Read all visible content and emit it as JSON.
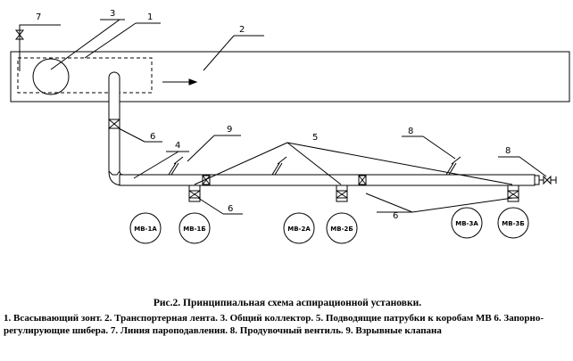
{
  "labels": {
    "n1": "1",
    "n2": "2",
    "n3": "3",
    "n4": "4",
    "n5": "5",
    "n6_top": "6",
    "n6_mid": "6",
    "n6_right": "6",
    "n7": "7",
    "n8_mid": "8",
    "n8_right": "8",
    "n9": "9"
  },
  "bins": [
    "МВ-1А",
    "МВ-1Б",
    "МВ-2А",
    "МВ-2Б",
    "МВ-3А",
    "МВ-3Б"
  ],
  "caption": {
    "title": "Рис.2.  Принципиальная схема аспирационной установки.",
    "legend": "1. Всасывающий зонт. 2. Транспортерная лента. 3. Общий коллектор. 5. Подводящие патрубки к коробам МВ 6. Запорно-регулирующие шибера. 7. Линия пароподавления. 8. Продувочный вентиль. 9. Взрывные клапана"
  }
}
